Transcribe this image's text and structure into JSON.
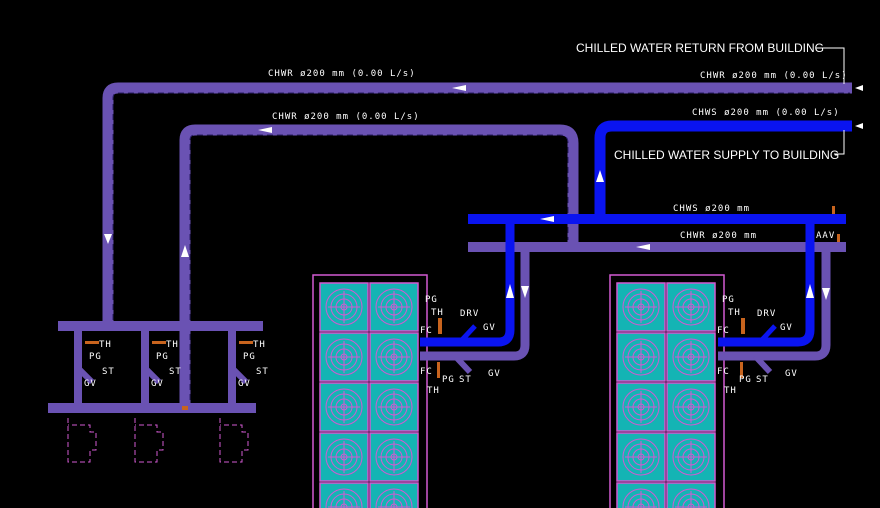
{
  "callouts": {
    "return_from_building": "CHILLED WATER RETURN FROM BUILDING",
    "supply_to_building": "CHILLED WATER SUPPLY TO BUILDING"
  },
  "pipe_labels": {
    "chwr_top_left": "CHWR ø200 mm  (0.00 L/s)",
    "chwr_top_right": "CHWR ø200 mm  (0.00 L/s)",
    "chwr_mid": "CHWR ø200 mm  (0.00 L/s)",
    "chws_top": "CHWS ø200 mm  (0.00 L/s)",
    "chws_header": "CHWS ø200 mm",
    "chwr_header": "CHWR ø200 mm"
  },
  "tags": {
    "th": "TH",
    "pg": "PG",
    "st": "ST",
    "gv": "GV",
    "fc": "FC",
    "drv": "DRV",
    "aav": "AAV"
  },
  "colors": {
    "return": "#6a52b3",
    "supply": "#0a14f0",
    "tower_fill": "#14b4b4",
    "tower_outline": "#d25ad2",
    "fitting": "#c8641e"
  }
}
